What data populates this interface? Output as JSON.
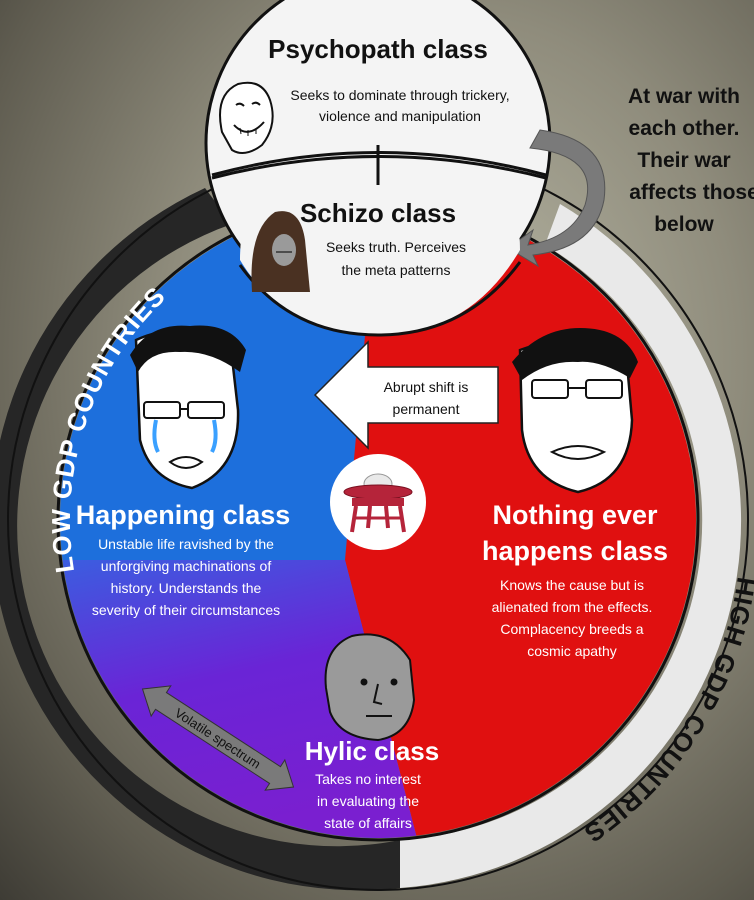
{
  "colors": {
    "blue": "#1d6fdc",
    "red": "#e01010",
    "purple": "#6a24d6",
    "ring_left": "#2b2b2b",
    "ring_right": "#e8e8e8"
  },
  "psychopath": {
    "title": "Psychopath class",
    "desc_line1": "Seeks to dominate through trickery,",
    "desc_line2": "violence and manipulation"
  },
  "schizo": {
    "title": "Schizo class",
    "desc_line1": "Seeks truth. Perceives",
    "desc_line2": "the meta patterns"
  },
  "war_note": {
    "line1": "At war with",
    "line2": "each other.",
    "line3": "Their war",
    "line4": "affects those",
    "line5": "below"
  },
  "shift_arrow": {
    "line1": "Abrupt shift is",
    "line2": "permanent"
  },
  "happening": {
    "title": "Happening class",
    "desc_line1": "Unstable life ravished by the",
    "desc_line2": "unforgiving machinations of",
    "desc_line3": "history. Understands the",
    "desc_line4": "severity of their circumstances"
  },
  "nothing": {
    "title_line1": "Nothing ever",
    "title_line2": "happens class",
    "desc_line1": "Knows the cause but is",
    "desc_line2": "alienated from the effects.",
    "desc_line3": "Complacency breeds a",
    "desc_line4": "cosmic apathy"
  },
  "hylic": {
    "title": "Hylic class",
    "desc_line1": "Takes no interest",
    "desc_line2": "in evaluating the",
    "desc_line3": "state of affairs"
  },
  "spectrum_label": "Volatile spectrum",
  "ring_labels": {
    "left": "LOW GDP COUNTRIES",
    "right": "HIGH GDP COUNTRIES"
  },
  "icons": {
    "psychopath": "smiling-mask-face-icon",
    "schizo": "hooded-figure-icon",
    "happening": "crying-wojak-icon",
    "nothing": "frowning-wojak-icon",
    "hylic": "npc-face-icon",
    "table": "table-globe-icon"
  }
}
